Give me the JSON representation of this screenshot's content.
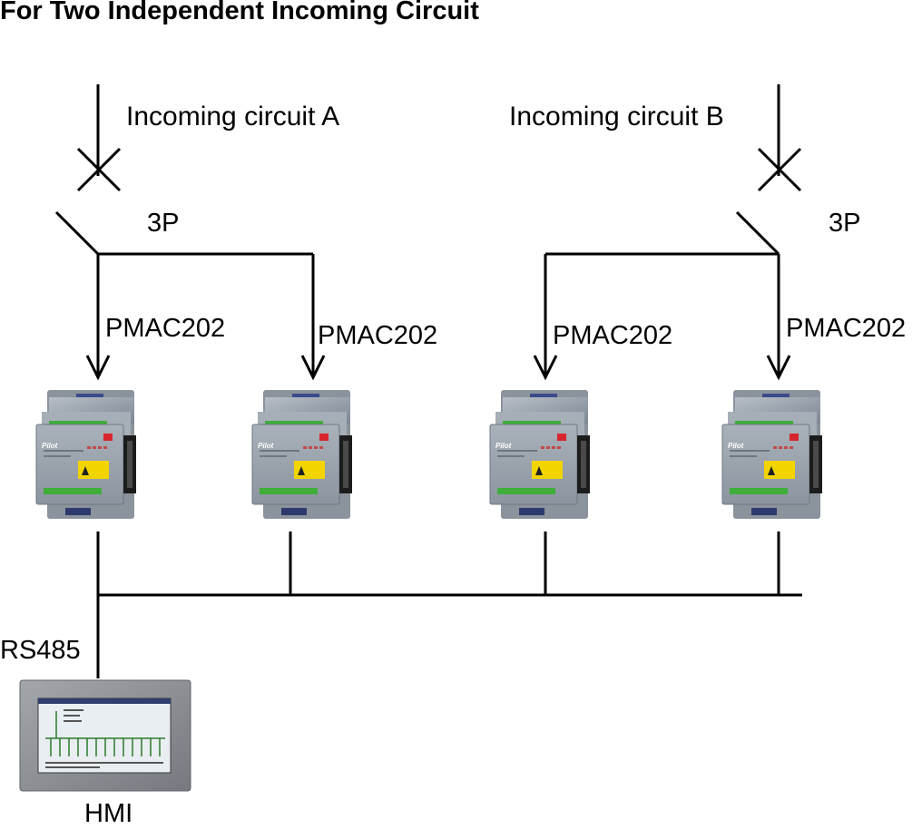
{
  "title": "For Two Independent Incoming Circuit",
  "circuit_a": {
    "label": "Incoming circuit A",
    "pole": "3P"
  },
  "circuit_b": {
    "label": "Incoming circuit B",
    "pole": "3P"
  },
  "devices": [
    {
      "label": "PMAC202"
    },
    {
      "label": "PMAC202"
    },
    {
      "label": "PMAC202"
    },
    {
      "label": "PMAC202"
    }
  ],
  "bus": {
    "label": "RS485"
  },
  "hmi": {
    "label": "HMI"
  },
  "device_brand_mark": "Pilot",
  "colors": {
    "line": "#000000",
    "device_body": "#9aa3ad",
    "terminal_green": "#3fae3a",
    "warning_yellow": "#f2d400",
    "button_red": "#d8262e",
    "hmi_frame": "#8e9297",
    "hmi_screen": "#e9eef2"
  }
}
